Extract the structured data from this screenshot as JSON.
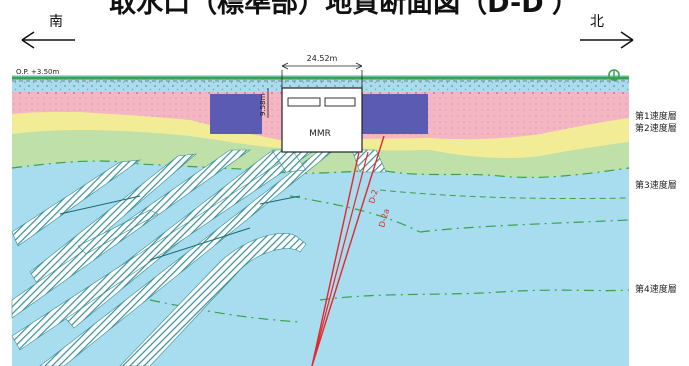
{
  "title": "取水口（標準部）地質断面図（D-D'）",
  "direction": {
    "south": "南",
    "north": "北"
  },
  "elevation_label": "O.P. +3.50m",
  "width_dimension": "24.52m",
  "height_dimension": "9.58m",
  "structure_label": "MMR",
  "fault_labels": [
    "D-2",
    "D-2a"
  ],
  "layers": [
    {
      "label": "第1速度層",
      "color": "#f4b6c2"
    },
    {
      "label": "第2速度層",
      "color": "#f2ec97"
    },
    {
      "label": "第3速度層",
      "color": "#bfe0a8"
    },
    {
      "label": "第4速度層",
      "color": "#a8dcef"
    }
  ],
  "colors": {
    "surface_fill": "#ffffff",
    "anchor_blocks": "#5b5bb4",
    "fault_line": "#e5262b",
    "hatch": "#3a8f97",
    "green_line": "#39a24a"
  },
  "icons": {
    "ground_marker": "surface-marker-icon"
  }
}
